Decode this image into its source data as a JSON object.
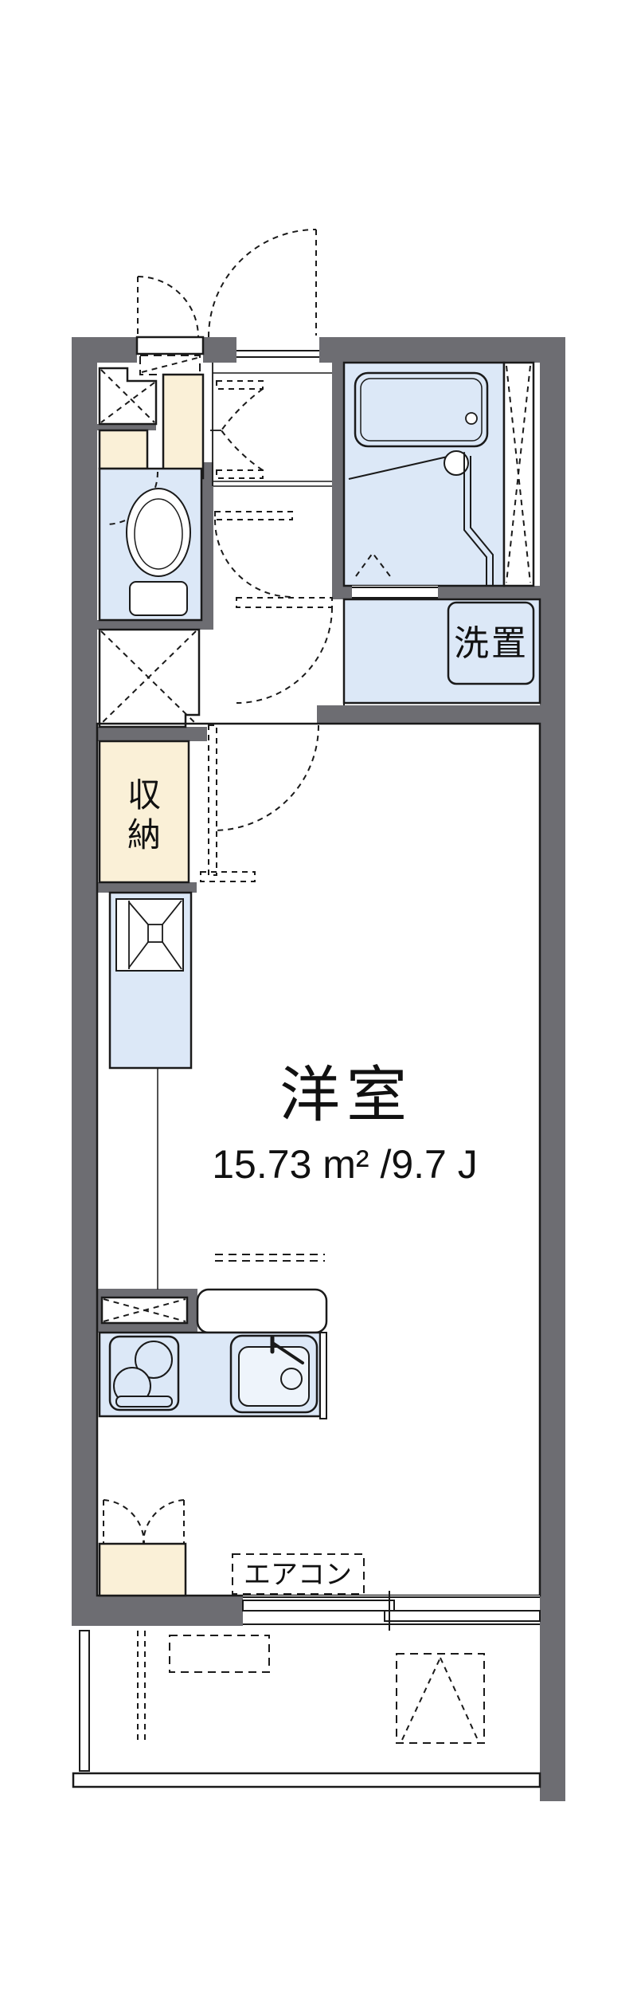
{
  "floor_plan": {
    "western_room": {
      "name": "洋室",
      "area": "15.73 m² /9.7 J"
    },
    "storage": {
      "name": "収納",
      "chars": [
        "収",
        "納"
      ]
    },
    "laundry_space": {
      "name": "洗置"
    },
    "air_conditioner": {
      "name": "エアコン"
    },
    "colors": {
      "wall": "#6d6d72",
      "wet_area_blue": "#dce8f7",
      "cabinet_cream": "#faf0d7",
      "outline": "#1a1a1a",
      "background": "#ffffff"
    }
  }
}
